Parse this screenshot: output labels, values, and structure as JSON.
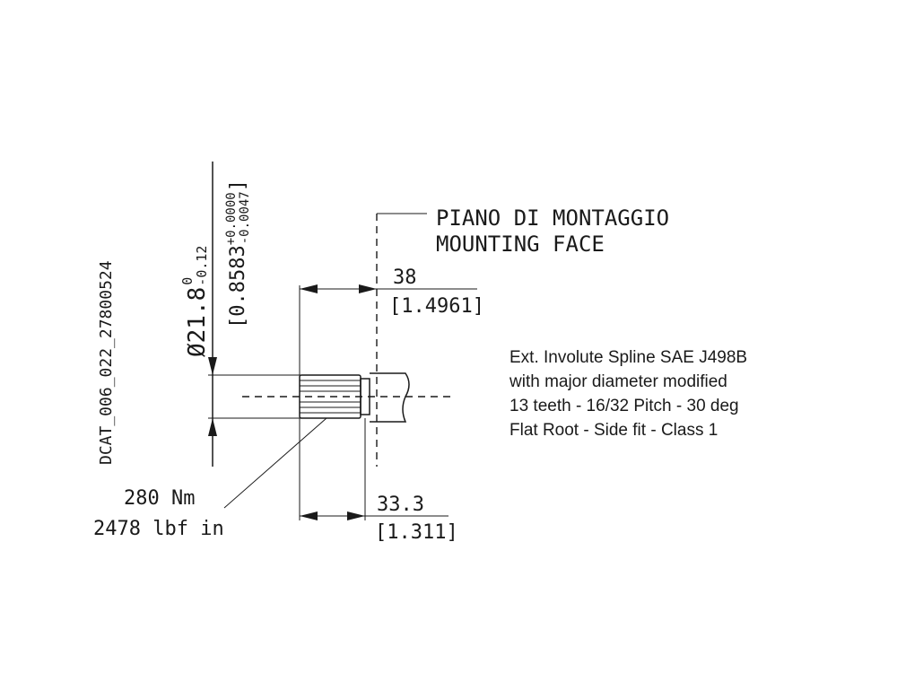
{
  "drawing_code": "DCAT_006_022_27800524",
  "mounting_face": {
    "line1": "PIANO DI MONTAGGIO",
    "line2": "MOUNTING FACE"
  },
  "length_dim": {
    "metric": "38",
    "imperial": "[1.4961]"
  },
  "spline_length_dim": {
    "metric": "33.3",
    "imperial": "[1.311]"
  },
  "diameter_dim": {
    "symbol": "Ø",
    "metric": "21.8",
    "tol_upper": "0",
    "tol_lower": "-0.12",
    "imperial_open": "[0.8583",
    "imperial_tol_upper": "+0.0000",
    "imperial_tol_lower": "-0.0047",
    "imperial_close": "]"
  },
  "torque": {
    "metric": "280 Nm",
    "imperial": "2478 lbf in"
  },
  "spline_spec": {
    "lines": [
      "Ext. Involute Spline SAE J498B",
      "with major diameter modified",
      "13 teeth - 16/32 Pitch - 30 deg",
      "Flat Root - Side fit - Class 1"
    ]
  }
}
